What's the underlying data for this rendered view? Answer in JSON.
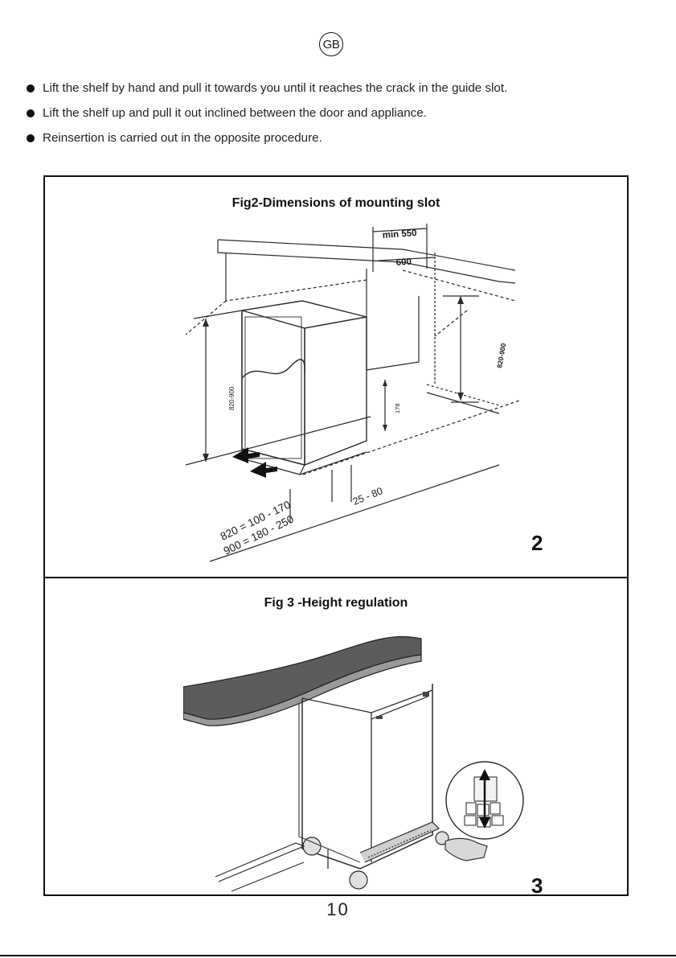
{
  "header": {
    "language_code": "GB"
  },
  "instructions": [
    "Lift the shelf by hand and pull it towards you until it reaches the crack in the guide slot.",
    "Lift the shelf up and pull it out inclined between the door and appliance.",
    "Reinsertion is carried out in the opposite procedure."
  ],
  "fig2": {
    "title": "Fig2-Dimensions of mounting slot",
    "number": "2",
    "labels": {
      "min_depth": "min 550",
      "width": "600",
      "niche_height": "820-900",
      "appliance_height": "820-900",
      "gap": "178",
      "offset": "25 - 80",
      "formula_820": "820 = 100 - 170",
      "formula_900": "900 = 180 - 250"
    }
  },
  "fig3": {
    "title": "Fig 3 -Height regulation",
    "number": "3"
  },
  "footer": {
    "page_number": "10"
  }
}
